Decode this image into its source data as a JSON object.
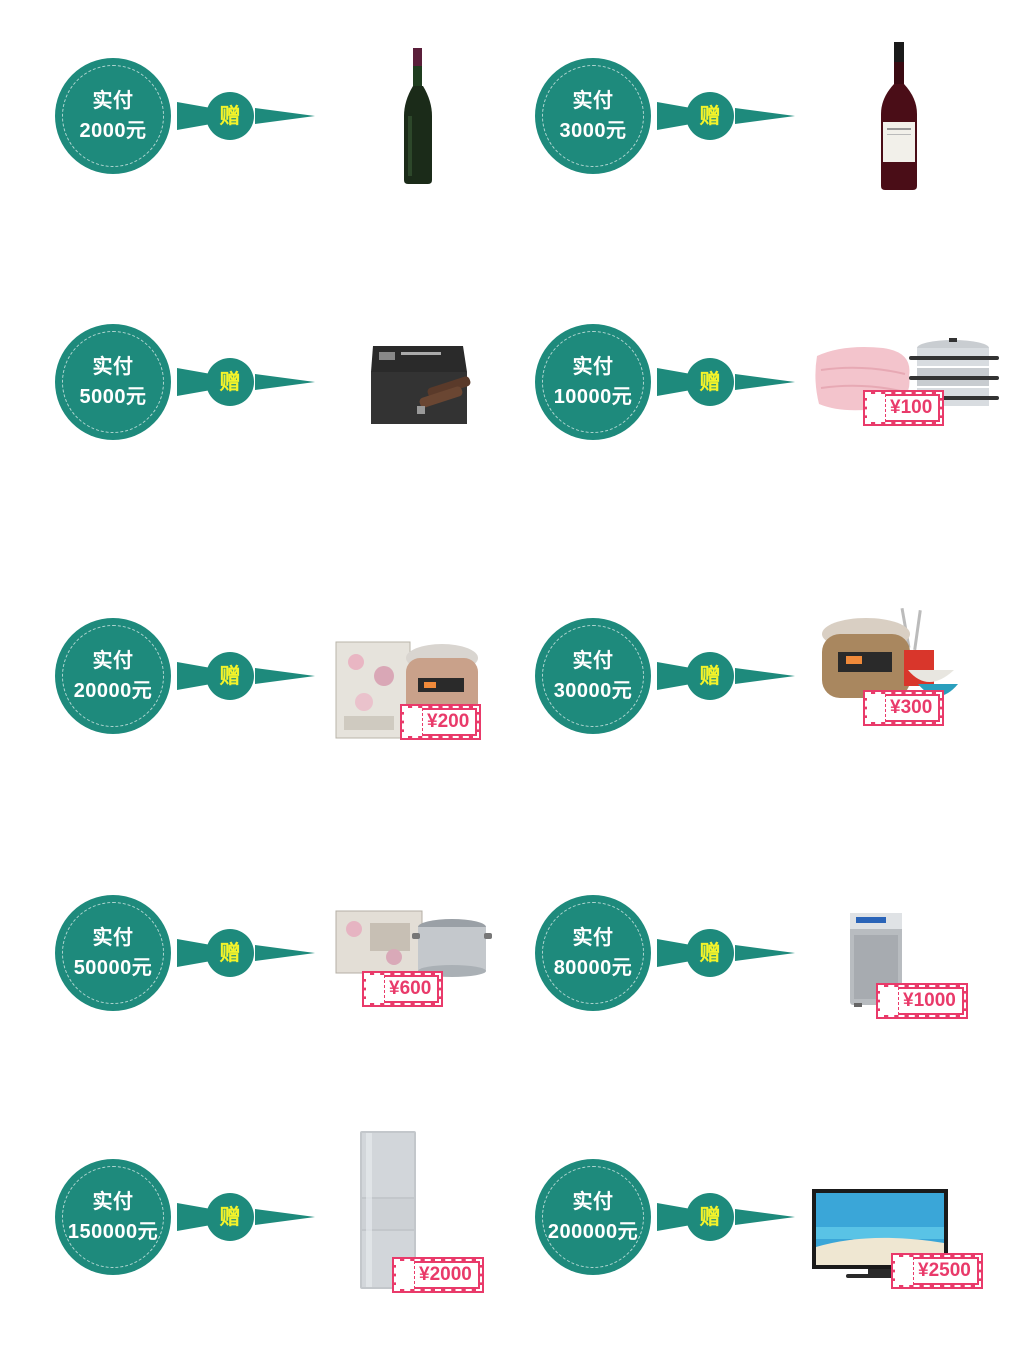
{
  "labels": {
    "paid_prefix": "实付",
    "gift": "赠"
  },
  "colors": {
    "badge": "#1e8a7c",
    "gift_text": "#f3f32a",
    "price_tag": "#e93a6a"
  },
  "tiers": [
    {
      "amount": "2000元",
      "gift_item": "wine-bottle-icon",
      "price_tag": ""
    },
    {
      "amount": "3000元",
      "gift_item": "red-wine-bottle-icon",
      "price_tag": ""
    },
    {
      "amount": "5000元",
      "gift_item": "wine-gift-box-icon",
      "price_tag": ""
    },
    {
      "amount": "10000元",
      "gift_item": "quilt-and-steamer-pot-icon",
      "price_tag": "¥100"
    },
    {
      "amount": "20000元",
      "gift_item": "bedding-set-and-rice-cooker-icon",
      "price_tag": "¥200"
    },
    {
      "amount": "30000元",
      "gift_item": "rice-cooker-and-bowls-icon",
      "price_tag": "¥300"
    },
    {
      "amount": "50000元",
      "gift_item": "bedding-set-and-stockpot-icon",
      "price_tag": "¥600"
    },
    {
      "amount": "80000元",
      "gift_item": "washing-machine-icon",
      "price_tag": "¥1000"
    },
    {
      "amount": "150000元",
      "gift_item": "refrigerator-icon",
      "price_tag": "¥2000"
    },
    {
      "amount": "200000元",
      "gift_item": "television-icon",
      "price_tag": "¥2500"
    }
  ]
}
